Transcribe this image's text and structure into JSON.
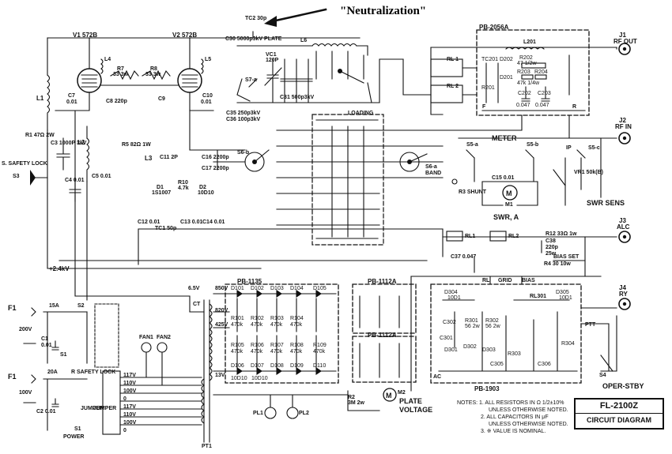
{
  "annotation": {
    "text": "\"Neutralization\""
  },
  "title_block": {
    "model": "FL-2100Z",
    "title": "CIRCUIT DIAGRAM"
  },
  "notes": [
    "NOTES: 1. ALL RESISTORS IN Ω 1/2±10%",
    "UNLESS OTHERWISE NOTED.",
    "2. ALL CAPACITORS IN μF",
    "UNLESS OTHERWISE NOTED.",
    "3. ※ VALUE IS NOMINAL."
  ],
  "jacks": {
    "j1": "J1",
    "j1_name": "RF OUT",
    "j2": "J2",
    "j2_name": "RF IN",
    "j3": "J3",
    "j3_name": "ALC",
    "j4": "J4",
    "j4_name": "RY"
  },
  "boards": {
    "pb2056a": "PB-2056A",
    "pb1135": "PB-1135",
    "pb1112a_1": "PB-1112A",
    "pb1112a_2": "PB-1112A",
    "pb1903": "PB-1903"
  },
  "tubes": {
    "v1": "V1 572B",
    "v2": "V2 572B"
  },
  "labels": {
    "tc2": "TC2 30p",
    "c30": "C30 5000p3kV PLATE",
    "l6": "L6",
    "vc1": "VC1",
    "vc1v": "120P",
    "loading": "LOADING",
    "rl1": "RL 1",
    "rl2": "RL 2",
    "l201": "L201",
    "meter": "METER",
    "s5a": "S5-a",
    "s5b": "S5-b",
    "s5c": "S5-c",
    "ip": "IP",
    "c15": "C15 0.01",
    "m1": "M1",
    "swr_a": "SWR, A",
    "swr_sens": "SWR SENS",
    "vr1": "VR1 50k(B)",
    "s6b": "S6-b",
    "s6a": "S6-a",
    "band": "BAND",
    "c16": "C16 2200p",
    "c17": "C17 2200p",
    "r3shunt": "R3 SHUNT",
    "rl1b": "RL1",
    "rl2b": "RL2",
    "r12": "R12 33Ω 1w",
    "c38": "C38",
    "c38v": "220p",
    "c38w": "25w",
    "c37": "C37 0.047",
    "bias_set": "BIAS SET",
    "r4": "R4 30 10w",
    "bias": "BIAS",
    "grid": "GRID",
    "rl": "RL",
    "ptt": "PTT",
    "rl301": "RL301",
    "s4": "S4",
    "oper_stby": "OPER-STBY",
    "plus24": "+2.4kV",
    "v65": "6.5V",
    "v850": "850V",
    "v820": "820V",
    "v425": "425V",
    "v13": "13V",
    "f1a": "F1",
    "f1b": "F1",
    "a15": "15A",
    "a20": "20A",
    "v200": "200V",
    "v100": "100V",
    "s2": "S2",
    "s1": "S1",
    "s1b": "S1",
    "safety_lock": "R SAFETY LOCK",
    "fan1": "FAN1",
    "fan2": "FAN2",
    "jumper1": "JUMPER",
    "jumper2": "JUMPER",
    "power": "POWER",
    "pt1": "PT1",
    "pl1": "PL1",
    "pl2": "PL2",
    "m2": "M2",
    "plate_voltage": "PLATE",
    "plate_voltage2": "VOLTAGE",
    "r7": "R7",
    "r7v": "33 3w",
    "r8": "R8",
    "r8v": "33 3w",
    "l1": "L1",
    "l2": "L2",
    "l3": "L3",
    "l4": "L4",
    "l5": "L5",
    "c7": "C7",
    "c7v": "0.01",
    "c10": "C10",
    "c10v": "0.01",
    "s3": "S3",
    "s3b": "S. SAFETY LOCK",
    "d1": "D1",
    "d1v": "1S1007",
    "d2": "D2",
    "d2v": "10D10",
    "r10": "R10",
    "r10v": "4.7k",
    "tc1": "TC1 50p",
    "c11": "C11 2P",
    "c12": "C12 0.01",
    "c13": "C13 0.01",
    "c14": "C14 0.01",
    "c9": "C9",
    "c8": "C8 220p",
    "r5": "R5 82Ω 1W",
    "c5": "C5 0.01",
    "c4": "C4 0.01",
    "c3": "C3 1000P 3kV",
    "r1": "R1 47Ω 2W",
    "s7": "S7-a",
    "c35": "C35 250p3kV",
    "c36": "C36 100p3kV",
    "c31": "C31 500p3kV",
    "ac": "AC",
    "r2": "R2",
    "r2v": "3M 2w",
    "v117a": "117V",
    "v110a": "110V",
    "v100a": "100V",
    "v0a": "0",
    "v117b": "117V",
    "v110b": "110V",
    "v100b": "100V",
    "v0b": "0",
    "c1": "C1",
    "c1v": "0.01",
    "c2": "C2 0.01",
    "ct": "CT"
  },
  "diode_rows": {
    "top": [
      "D101",
      "D102",
      "D103",
      "D104",
      "D105"
    ],
    "bottom": [
      "D106",
      "D107",
      "D108",
      "D109",
      "D110"
    ],
    "r_top": [
      "R101",
      "R102",
      "R103",
      "R104"
    ],
    "r_top_v": [
      "470k",
      "470k",
      "470k",
      "470k"
    ],
    "r_bottom": [
      "R105",
      "R106",
      "R107",
      "R108",
      "R109"
    ],
    "r_bottom_v": [
      "470k",
      "470k",
      "470k",
      "470k",
      "470k"
    ],
    "d_val": "10D10"
  },
  "pb2056a_parts": {
    "r202": "R202",
    "r202v": "47 1/2w",
    "r203": "R203",
    "r204": "R204",
    "r203v": "47k 1/4w",
    "c202": "C202",
    "c203": "C203",
    "cval": "0.047",
    "tc201": "TC201",
    "d202": "D202",
    "d201": "D201",
    "r201": "R201",
    "f": "F",
    "r": "R"
  },
  "pb1903_parts": {
    "d304": "D304",
    "d304v": "10D1",
    "d305": "D305",
    "d305v": "10D1",
    "r301": "R301",
    "r301v": "56 2w",
    "r302": "R302",
    "r302v": "56 2w",
    "c302": "C302",
    "c301": "C301",
    "d301": "D301",
    "d302": "D302",
    "d303": "D303",
    "r303": "R303",
    "r304": "R304",
    "c305": "C305",
    "c306": "C306"
  },
  "colors": {
    "ink": "#111111",
    "paper": "#ffffff"
  }
}
